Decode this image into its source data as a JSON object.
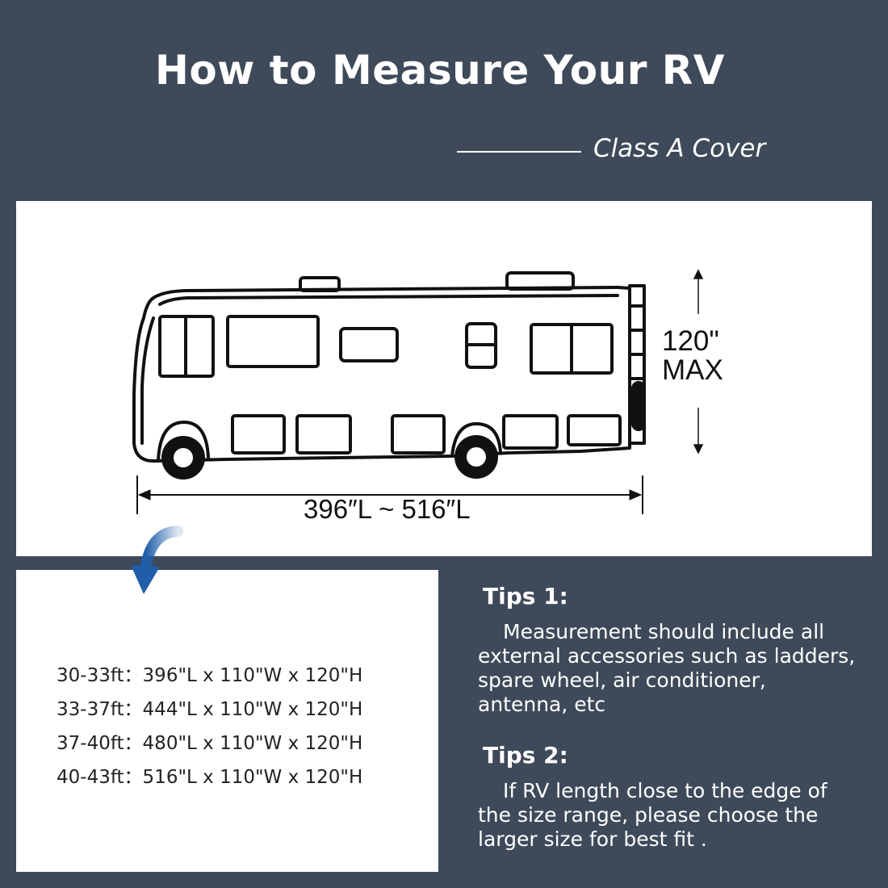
{
  "title": "How to Measure Your RV",
  "subtitle": "Class A Cover",
  "diagram": {
    "height_value": "120\"",
    "height_label": "MAX",
    "length_label": "396″L ~ 516″L"
  },
  "sizes": [
    {
      "range": "30-33ft：",
      "dims": "396\"L x 110\"W x 120\"H"
    },
    {
      "range": "33-37ft：",
      "dims": "444\"L x 110\"W x 120\"H"
    },
    {
      "range": "37-40ft：",
      "dims": "480\"L x 110\"W x 120\"H"
    },
    {
      "range": "40-43ft：",
      "dims": "516\"L x 110\"W x 120\"H"
    }
  ],
  "tips": [
    {
      "heading": "Tips 1:",
      "body": "Measurement should include all external accessories such as ladders, spare wheel, air conditioner, antenna, etc"
    },
    {
      "heading": "Tips 2:",
      "body": "If RV length close to the edge of the size range, please choose the larger size for best fit ."
    }
  ],
  "colors": {
    "background": "#3e4a59",
    "panel": "#ffffff",
    "arrow": "#1f5ea8"
  },
  "icons": [
    "rv-illustration",
    "curved-arrow-icon",
    "height-arrow-icon",
    "length-arrow-icon"
  ]
}
